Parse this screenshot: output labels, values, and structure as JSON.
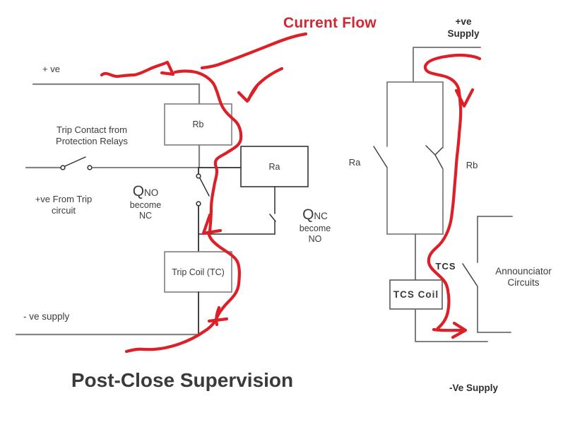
{
  "title": "Post-Close Supervision",
  "annotation": {
    "current_flow": "Current Flow"
  },
  "colors": {
    "annotation_red": "#dd1f27",
    "current_flow_text_red": "#d22630",
    "wire_gray": "#858585",
    "wire_dark": "#2f2f2f",
    "label_text": "#3b3b3b",
    "title_text": "#3a3a3a"
  },
  "left_circuit": {
    "positive_rail": "+ ve",
    "trip_contact_line1": "Trip Contact from",
    "trip_contact_line2": "Protection Relays",
    "from_trip_line1": "+ve From Trip",
    "from_trip_line2": "circuit",
    "rb_box": "Rb",
    "ra_box": "Ra",
    "q_no": {
      "q": "Q",
      "sub": "NO",
      "become": "become",
      "state": "NC"
    },
    "q_nc": {
      "q": "Q",
      "sub": "NC",
      "become": "become",
      "state": "NO"
    },
    "trip_coil_box": "Trip Coil (TC)",
    "negative_rail": "- ve supply"
  },
  "right_circuit": {
    "positive_rail_line1": "+ve",
    "positive_rail_line2": "Supply",
    "ra_contact": "Ra",
    "rb_contact": "Rb",
    "tcs_coil_box": "TCS Coil",
    "tcs_contact": "TCS",
    "annunciator_line1": "Announciator",
    "annunciator_line2": "Circuits",
    "negative_rail": "-Ve Supply"
  }
}
